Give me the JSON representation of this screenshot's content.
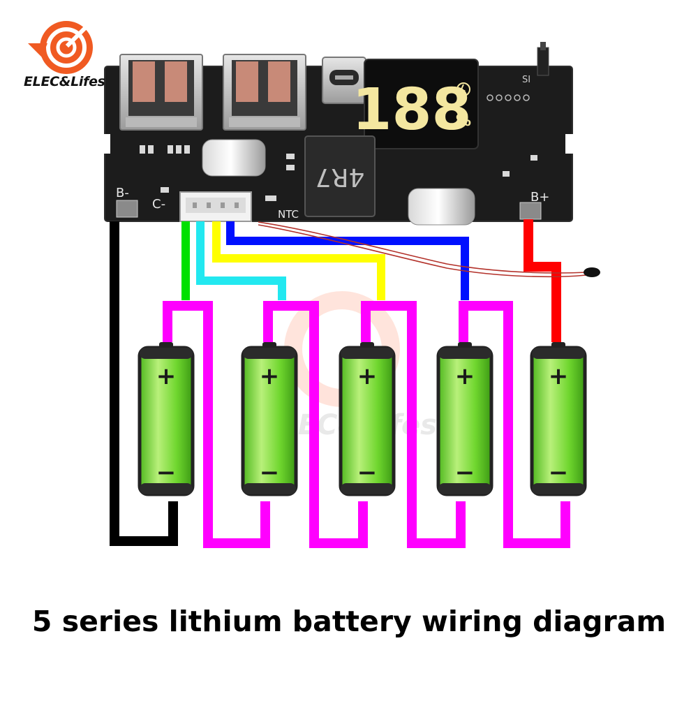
{
  "brand": {
    "logo_text": "ELEC&Lifes",
    "watermark_text": "ELEC&Lifes"
  },
  "board": {
    "display_digits": "188",
    "display_unit": "%",
    "inductor_marking": "4R7",
    "labels": {
      "b_minus": "B-",
      "c_minus": "C-",
      "b_plus": "B+",
      "ntc": "NTC",
      "switch": "SI"
    }
  },
  "batteries": [
    {
      "positive": "+",
      "negative": "−"
    },
    {
      "positive": "+",
      "negative": "−"
    },
    {
      "positive": "+",
      "negative": "−"
    },
    {
      "positive": "+",
      "negative": "−"
    },
    {
      "positive": "+",
      "negative": "−"
    }
  ],
  "wires": {
    "negative": "#000000",
    "b1": "#00e000",
    "b2": "#22e8f0",
    "b3": "#ffff00",
    "b4": "#0010ff",
    "positive": "#ff0000",
    "series_link": "#ff00ff"
  },
  "colors": {
    "pcb": "#1c1c1c",
    "battery_body": "#7ddc3e",
    "display_digits": "#f4e7a0"
  },
  "caption": "5 series lithium battery wiring diagram"
}
